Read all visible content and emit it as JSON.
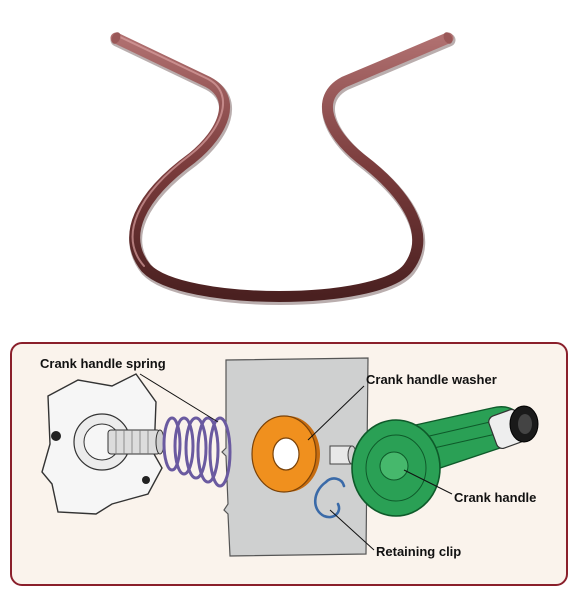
{
  "colors": {
    "clip_wire": "#8a4a4a",
    "panel_border": "#8a1f2b",
    "panel_bg": "#faf3ec",
    "washer": "#f0901e",
    "crank_handle": "#2aa055",
    "spring": "#6a5aa0",
    "retaining_clip": "#3a6aa8"
  },
  "labels": {
    "spring": "Crank handle spring",
    "washer": "Crank handle washer",
    "handle": "Crank handle",
    "clip": "Retaining clip"
  }
}
